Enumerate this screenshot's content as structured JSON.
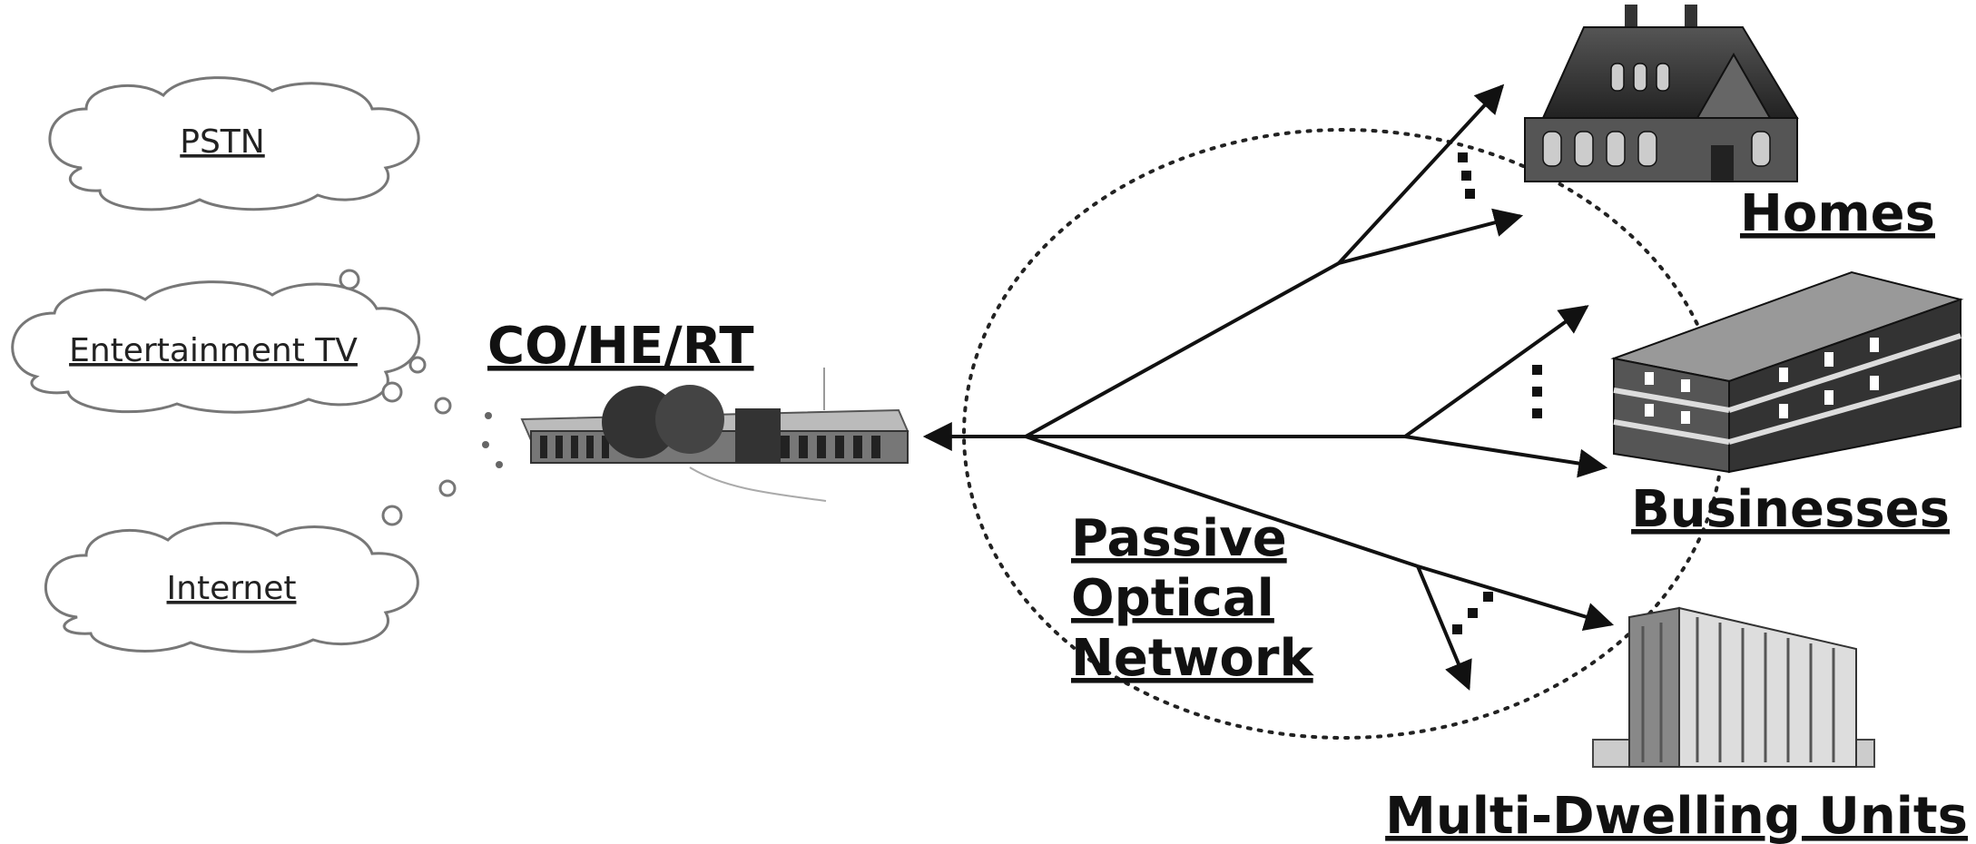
{
  "clouds": {
    "pstn": "PSTN",
    "entertainment": "Entertainment TV",
    "internet": "Internet"
  },
  "central_office": {
    "label": "CO/HE/RT"
  },
  "pon": {
    "line1": "Passive",
    "line2": "Optical",
    "line3": "Network"
  },
  "destinations": {
    "homes": "Homes",
    "businesses": "Businesses",
    "mdu": "Multi-Dwelling Units"
  }
}
